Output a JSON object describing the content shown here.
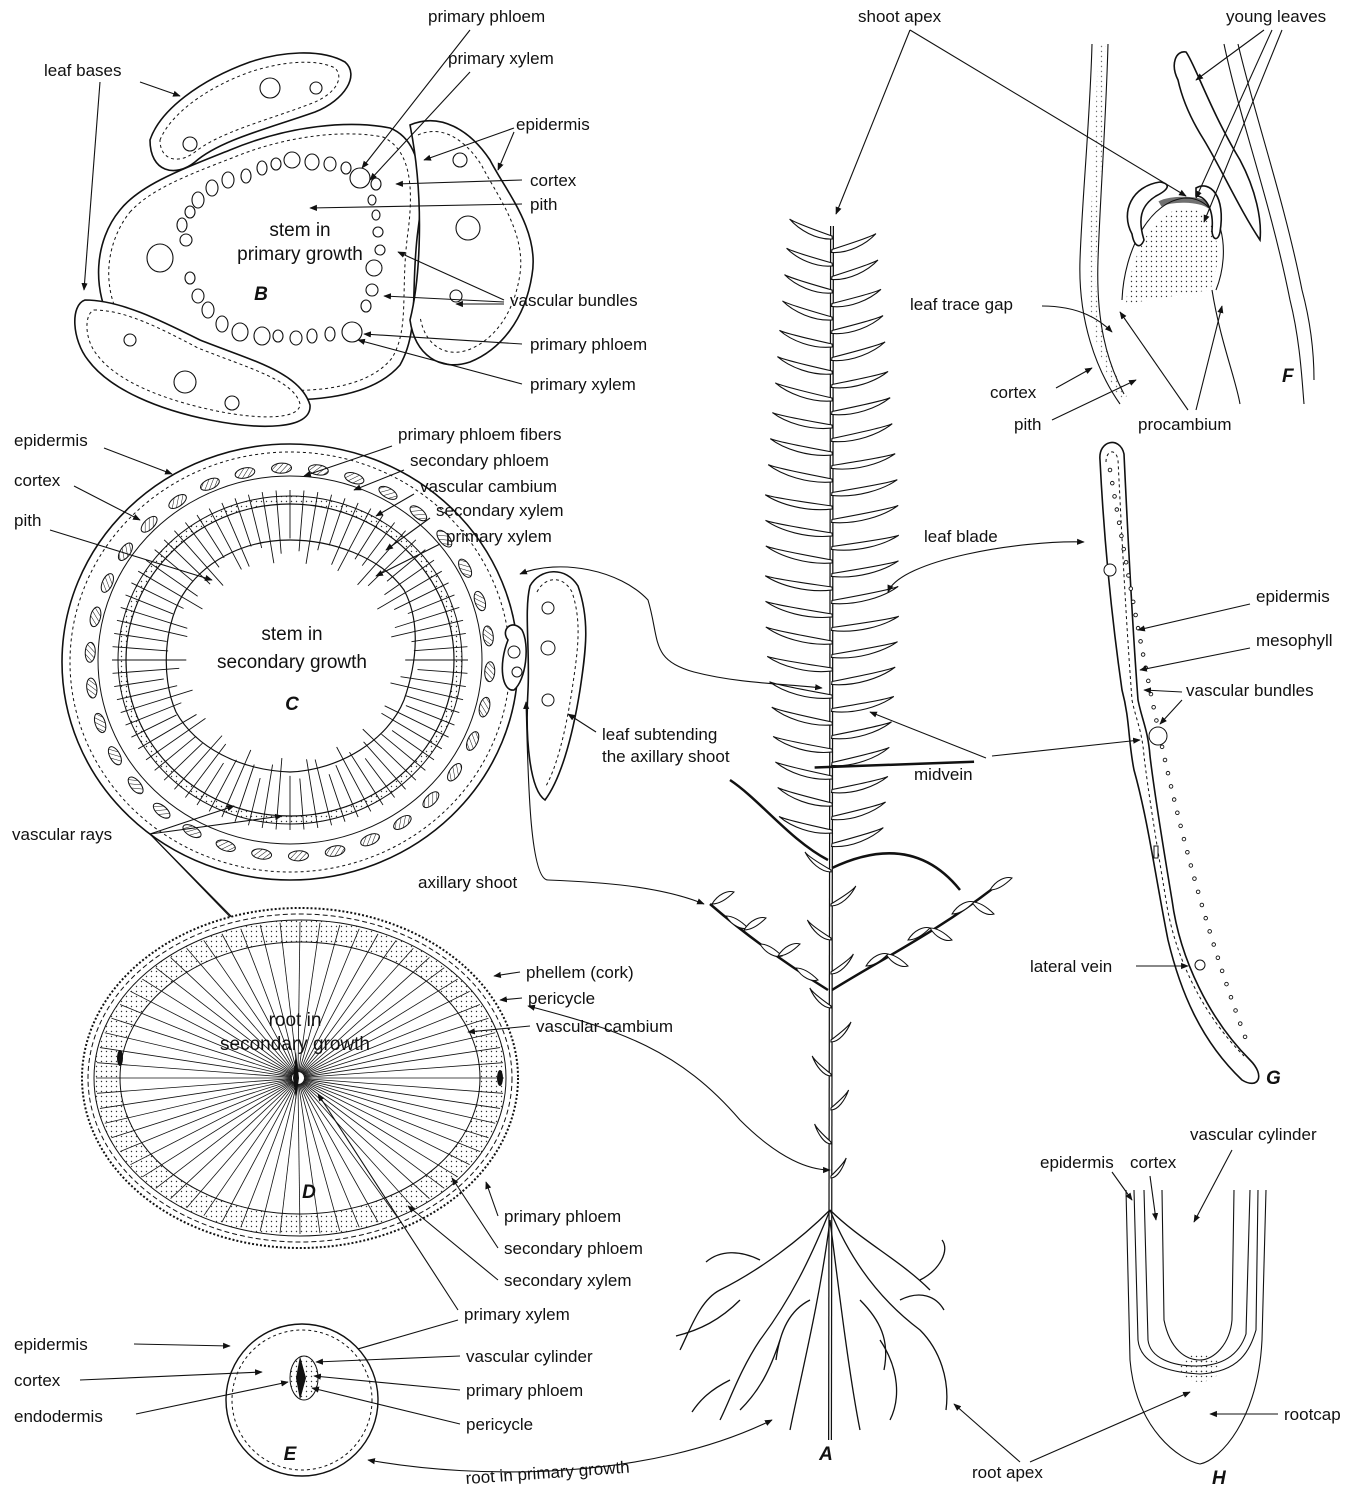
{
  "panels": {
    "A": "A",
    "B": "B",
    "C": "C",
    "D": "D",
    "E": "E",
    "F": "F",
    "G": "G",
    "H": "H"
  },
  "panelB": {
    "leaf_bases": "leaf bases",
    "primary_phloem_top": "primary phloem",
    "primary_xylem_top": "primary xylem",
    "epidermis": "epidermis",
    "cortex": "cortex",
    "pith": "pith",
    "center_line1": "stem in",
    "center_line2": "primary growth",
    "vascular_bundles": "vascular bundles",
    "primary_phloem_bottom": "primary phloem",
    "primary_xylem_bottom": "primary xylem"
  },
  "panelC": {
    "epidermis": "epidermis",
    "cortex": "cortex",
    "pith": "pith",
    "primary_phloem_fibers": "primary phloem fibers",
    "secondary_phloem": "secondary phloem",
    "vascular_cambium": "vascular cambium",
    "secondary_xylem": "secondary xylem",
    "primary_xylem": "primary xylem",
    "center_line1": "stem in",
    "center_line2": "secondary growth",
    "leaf_subtending_1": "leaf subtending",
    "leaf_subtending_2": "the axillary shoot",
    "vascular_rays": "vascular rays",
    "axillary_shoot": "axillary shoot"
  },
  "panelD": {
    "phellem": "phellem (cork)",
    "pericycle": "pericycle",
    "vascular_cambium": "vascular cambium",
    "center_line1": "root in",
    "center_line2": "secondary growth",
    "primary_phloem": "primary phloem",
    "secondary_phloem": "secondary phloem",
    "secondary_xylem": "secondary xylem",
    "primary_xylem": "primary xylem"
  },
  "panelE": {
    "epidermis": "epidermis",
    "cortex": "cortex",
    "endodermis": "endodermis",
    "vascular_cylinder": "vascular cylinder",
    "primary_phloem": "primary phloem",
    "pericycle": "pericycle",
    "root_primary": "root in primary growth"
  },
  "panelA": {
    "shoot_apex": "shoot apex",
    "root_apex": "root apex"
  },
  "panelF": {
    "young_leaves": "young leaves",
    "leaf_trace_gap": "leaf trace gap",
    "cortex": "cortex",
    "pith": "pith",
    "procambium": "procambium"
  },
  "panelG": {
    "leaf_blade": "leaf blade",
    "epidermis": "epidermis",
    "mesophyll": "mesophyll",
    "vascular_bundles": "vascular bundles",
    "midvein": "midvein",
    "lateral_vein": "lateral vein"
  },
  "panelH": {
    "epidermis": "epidermis",
    "cortex": "cortex",
    "vascular_cylinder": "vascular cylinder",
    "rootcap": "rootcap"
  }
}
